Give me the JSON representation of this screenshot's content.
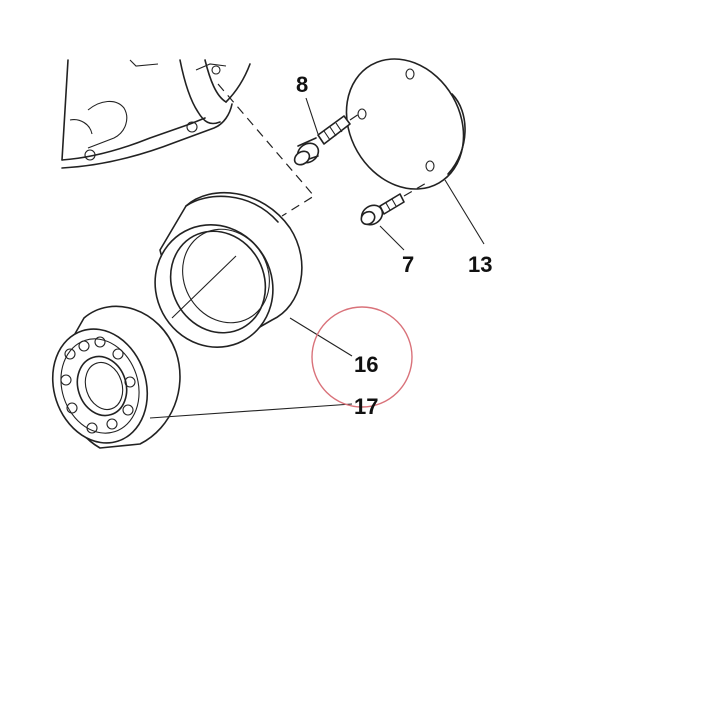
{
  "diagram": {
    "type": "exploded-parts-drawing",
    "callouts": {
      "screw_8": "8",
      "screw_7": "7",
      "cover_13": "13",
      "ring_16": "16",
      "bearing_17": "17"
    },
    "highlight": {
      "target": "16",
      "color": "#d9727a"
    },
    "colors": {
      "line": "#222222",
      "background": "#ffffff"
    }
  }
}
